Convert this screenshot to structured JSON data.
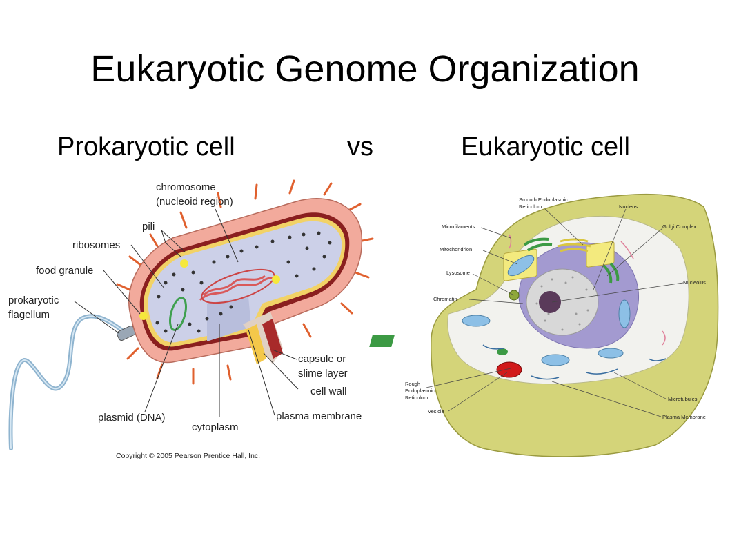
{
  "title": "Eukaryotic Genome Organization",
  "subtitle": {
    "left": "Prokaryotic cell",
    "middle": "vs",
    "right": "Eukaryotic cell"
  },
  "prokaryote": {
    "labels": {
      "chromosome_1": "chromosome",
      "chromosome_2": "(nucleoid region)",
      "pili": "pili",
      "ribosomes": "ribosomes",
      "food_granule": "food granule",
      "flagellum_1": "prokaryotic",
      "flagellum_2": "flagellum",
      "capsule_1": "capsule or",
      "capsule_2": "slime layer",
      "cell_wall": "cell wall",
      "plasma_membrane": "plasma membrane",
      "cytoplasm": "cytoplasm",
      "plasmid": "plasmid (DNA)"
    },
    "copyright": "Copyright © 2005 Pearson Prentice Hall, Inc."
  },
  "eukaryote": {
    "labels": {
      "smooth_er_1": "Smooth Endoplasmic",
      "smooth_er_2": "Reticulum",
      "nucleus": "Nucleus",
      "microfilaments": "Microfilaments",
      "golgi": "Golgi Complex",
      "mitochondrion": "Mitochondrion",
      "lysosome": "Lysosome",
      "nucleolus": "Nucleolus",
      "chromatin": "Chromatin",
      "rough_er_1": "Rough",
      "rough_er_2": "Endoplasmic",
      "rough_er_3": "Reticulum",
      "vesicle": "Vesicle",
      "microtubules": "Microtubules",
      "plasma_membrane": "Plasma Membrane"
    }
  },
  "colors": {
    "capsule": "#f0a89a",
    "cytoplasm": "#cfd3ea",
    "dna": "#d9595a",
    "eukaryote_outer": "#d6d67a",
    "eukaryote_cytoplasm": "#f2f2ee",
    "nucleus": "#a39ad0",
    "golgi": "#f3ea7e",
    "mitochondrion": "#8dc0e6",
    "rough_er": "#3c9a44",
    "vesicle": "#d11a1a"
  }
}
